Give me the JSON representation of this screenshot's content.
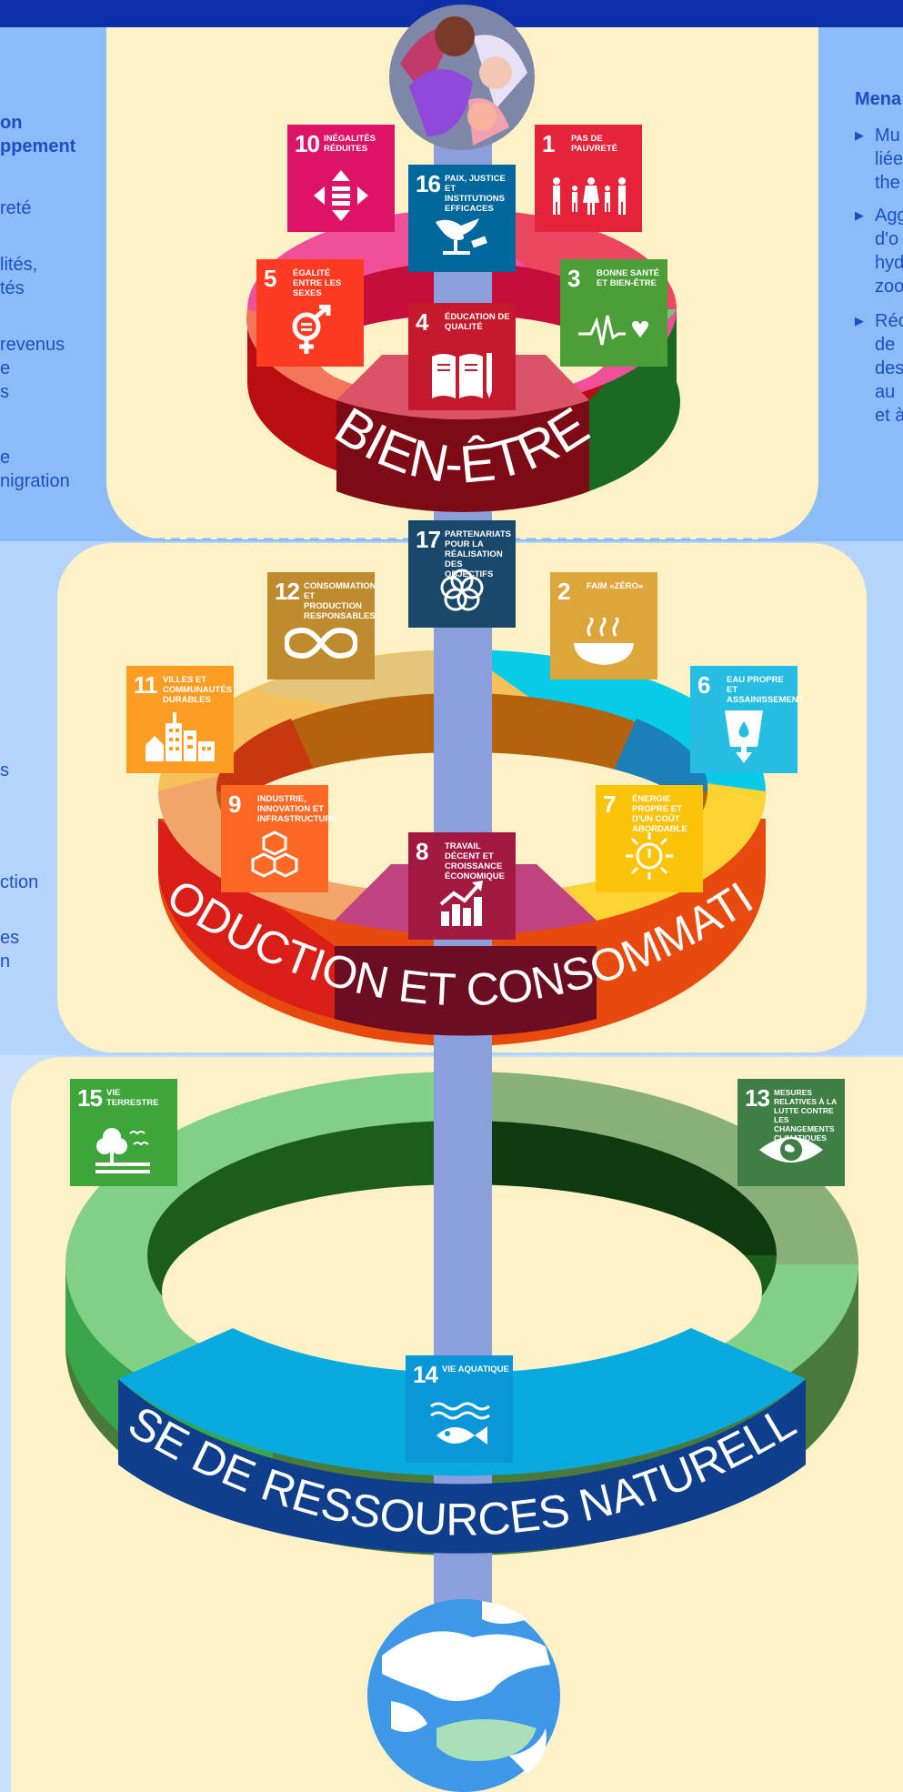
{
  "left_panel": {
    "heading": "on\nppement",
    "lines": [
      "reté",
      "lités,\ntés",
      "revenus\ne\ns",
      "e\nnigration"
    ],
    "lower_lines": [
      "s",
      "ction",
      "es\nn"
    ]
  },
  "right_panel": {
    "heading": "Mena",
    "bullets": [
      "Mu\nliée\nthe",
      "Agg\nd'o\nhyd\nzoo",
      "Réc\nde\ndes\nau\net à"
    ]
  },
  "rings": {
    "top": "BIEN-ÊTRE",
    "middle": "PRODUCTION ET CONSOMMATION",
    "bottom": "BASE DE RESSOURCES NATURELLES"
  },
  "goals": {
    "g1": {
      "num": "1",
      "label": "PAS DE PAUVRETÉ",
      "color": "#e5243b"
    },
    "g2": {
      "num": "2",
      "label": "FAIM «ZÉRO»",
      "color": "#dda63a"
    },
    "g3": {
      "num": "3",
      "label": "BONNE SANTÉ ET BIEN-ÊTRE",
      "color": "#4c9f38"
    },
    "g4": {
      "num": "4",
      "label": "ÉDUCATION DE QUALITÉ",
      "color": "#c5192d"
    },
    "g5": {
      "num": "5",
      "label": "ÉGALITÉ ENTRE LES SEXES",
      "color": "#ff3a21"
    },
    "g6": {
      "num": "6",
      "label": "EAU PROPRE ET ASSAINISSEMENT",
      "color": "#26bde2"
    },
    "g7": {
      "num": "7",
      "label": "ÉNERGIE PROPRE ET D'UN COÛT ABORDABLE",
      "color": "#fcc30b"
    },
    "g8": {
      "num": "8",
      "label": "TRAVAIL DÉCENT ET CROISSANCE ÉCONOMIQUE",
      "color": "#a21942"
    },
    "g9": {
      "num": "9",
      "label": "INDUSTRIE, INNOVATION ET INFRASTRUCTURE",
      "color": "#fd6925"
    },
    "g10": {
      "num": "10",
      "label": "INÉGALITÉS RÉDUITES",
      "color": "#dd1367"
    },
    "g11": {
      "num": "11",
      "label": "VILLES ET COMMUNAUTÉS DURABLES",
      "color": "#fd9d24"
    },
    "g12": {
      "num": "12",
      "label": "CONSOMMATION ET PRODUCTION RESPONSABLES",
      "color": "#bf8b2e"
    },
    "g13": {
      "num": "13",
      "label": "MESURES RELATIVES À LA LUTTE CONTRE LES CHANGEMENTS CLIMATIQUES",
      "color": "#3f7e44"
    },
    "g14": {
      "num": "14",
      "label": "VIE AQUATIQUE",
      "color": "#0a97d9"
    },
    "g15": {
      "num": "15",
      "label": "VIE TERRESTRE",
      "color": "#56c02b"
    },
    "g16": {
      "num": "16",
      "label": "PAIX, JUSTICE ET INSTITUTIONS EFFICACES",
      "color": "#00689d"
    },
    "g17": {
      "num": "17",
      "label": "PARTENARIATS POUR LA RÉALISATION DES OBJECTIFS",
      "color": "#19486a"
    }
  }
}
